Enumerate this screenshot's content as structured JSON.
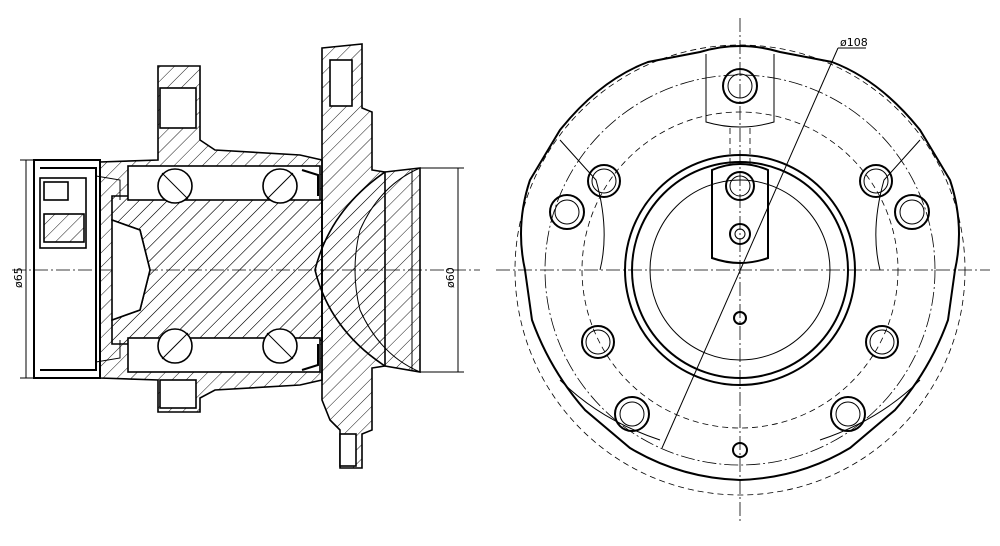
{
  "dimensions": {
    "bore_outer_diameter": "ø65",
    "bore_inner_diameter": "ø60",
    "bolt_circle_diameter": "ø108"
  },
  "views": [
    "section-view",
    "front-view"
  ],
  "colors": {
    "line": "#000000",
    "background": "#ffffff"
  }
}
